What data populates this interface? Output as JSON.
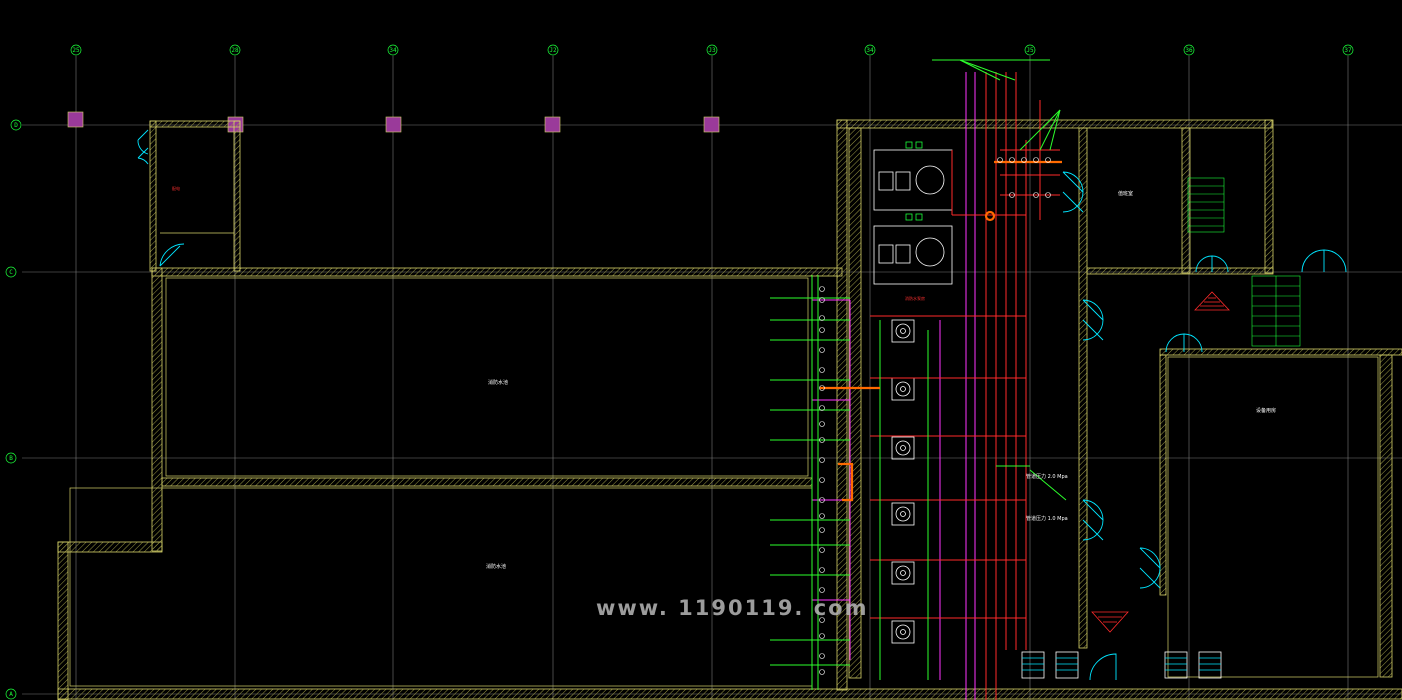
{
  "colors": {
    "background": "#000000",
    "grid": "#7a7a7a",
    "wall": "#d6d36a",
    "wall_hatch": "#9c9a45",
    "door": "#00e5ff",
    "axis": "#1bff3a",
    "pipe_red": "#ff2a2a",
    "pipe_magenta": "#ff35ff",
    "pipe_green": "#2cff2c",
    "pipe_orange": "#ff6a00",
    "column_fill": "#9a3a9a"
  },
  "axes": {
    "vertical": [
      {
        "label": "25"
      },
      {
        "label": "28"
      },
      {
        "label": "34"
      },
      {
        "label": "J2"
      },
      {
        "label": "J3"
      },
      {
        "label": "34"
      },
      {
        "label": "J5"
      },
      {
        "label": "36"
      },
      {
        "label": "37"
      }
    ],
    "horizontal": [
      {
        "label": "D"
      },
      {
        "label": "C"
      },
      {
        "label": "B"
      },
      {
        "label": "A"
      }
    ]
  },
  "notes": {
    "pump_room_title": "消防水泵房",
    "pressure_1": "管道压力 2.0 Mpa",
    "pressure_2": "管道压力 1.0 Mpa",
    "room_small": "配电",
    "room_right": "值班室",
    "room_right_big": "设备用房",
    "tank_1": "消防水池",
    "tank_2": "消防水池"
  },
  "watermark": "www. 1190119. com"
}
